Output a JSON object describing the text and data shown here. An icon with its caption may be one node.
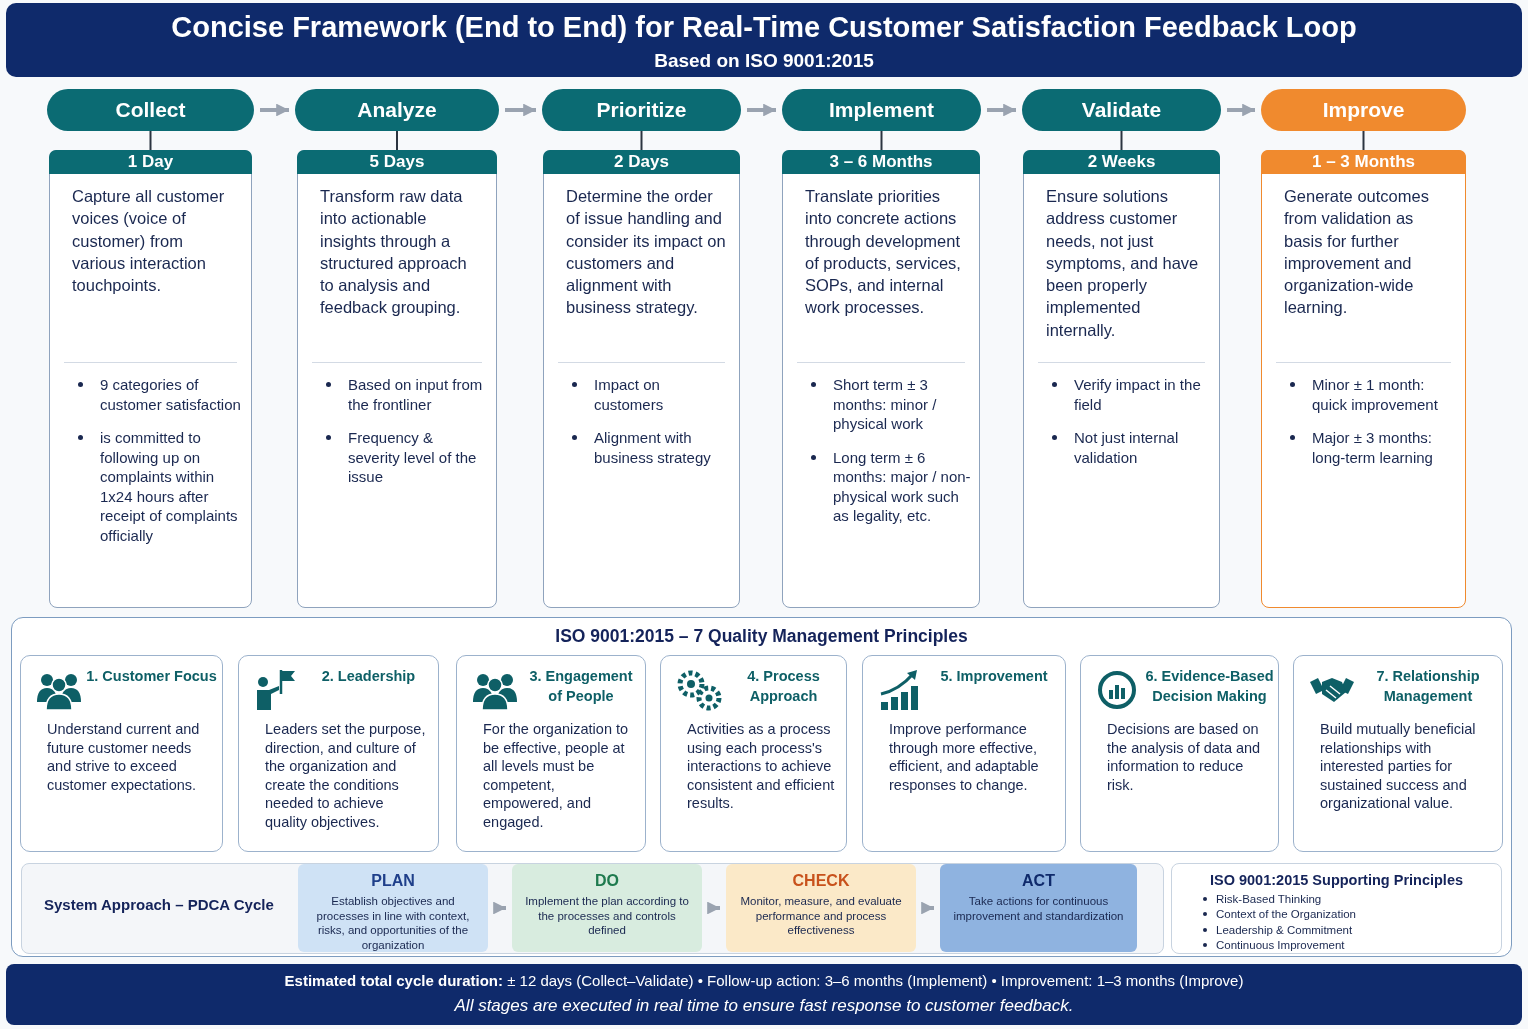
{
  "diagram": {
    "title": "Concise Framework (End to End) for Real-Time Customer Satisfaction Feedback Loop",
    "caption": "All stages are executed in real time to ensure fast response to customer feedback.",
    "nodes": [
      {
        "text": [
          "Collect"
        ]
      },
      {
        "text": [
          "Analyze"
        ]
      },
      {
        "text": [
          "Prioritize"
        ]
      },
      {
        "text": [
          "Implement"
        ]
      },
      {
        "text": [
          "Validate"
        ]
      },
      {
        "text": [
          "Improve"
        ]
      },
      {
        "text": [
          "1 Day",
          "Capture all customer voices (voice of customer) from various interaction touchpoints.",
          "9 categories of customer satisfaction",
          "is committed to following up on complaints within 1x24 hours after receipt of complaints officially"
        ]
      },
      {
        "text": [
          "5 Days",
          "Transform raw data into actionable insights through a structured approach to analysis and feedback grouping.",
          "Based on input from the frontliner",
          "Frequency & severity level of the issue"
        ]
      },
      {
        "text": [
          "2 Days",
          "Determine the order of issue handling and consider its impact on customers and alignment with business strategy.",
          "Impact on customers",
          "Alignment with business strategy"
        ]
      },
      {
        "text": [
          "3 – 6 Months",
          "Translate priorities into concrete actions through development of products, services, SOPs, and internal work processes.",
          "Short term ± 3 months: minor / physical work",
          "Long term ± 6 months: major / non-physical work such as legality, etc."
        ]
      },
      {
        "text": [
          "2 Weeks",
          "Ensure solutions address customer needs, not just symptoms, and have been properly implemented internally.",
          "Verify impact in the field",
          "Not just internal validation"
        ]
      },
      {
        "text": [
          "1 – 3 Months",
          "Generate outcomes from validation as basis for further improvement and organization-wide learning.",
          "Minor ± 1 month: quick improvement",
          "Major ± 3 months: long-term learning"
        ]
      },
      {
        "text": [
          "ISO 9001:2015 – 7 Quality Management Principles"
        ]
      },
      {
        "text": [
          "1. Customer Focus",
          "Understand current and future customer needs and strive to exceed customer expectations."
        ],
        "in": 12
      },
      {
        "text": [
          "2. Leadership",
          "Leaders set the purpose, direction, and culture of the organization and create the conditions needed to achieve quality objectives."
        ],
        "in": 12
      },
      {
        "text": [
          "3. Engagement of People",
          "For the organization to be effective, people at all levels must be competent, empowered, and engaged."
        ],
        "in": 12
      },
      {
        "text": [
          "4. Process Approach",
          "Activities as a process using each process's interactions to achieve consistent and efficient results."
        ],
        "in": 12
      },
      {
        "text": [
          "5. Improvement",
          "Improve performance through more effective, efficient, and adaptable responses to change."
        ],
        "in": 12
      },
      {
        "text": [
          "6. Evidence-Based Decision Making",
          "Decisions are based on the analysis of data and information to reduce risk."
        ],
        "in": 12
      },
      {
        "text": [
          "7. Relationship Management",
          "Build mutually beneficial relationships with interested parties for sustained success and organizational value."
        ],
        "in": 12
      },
      {
        "text": [
          "System Approach – PDCA Cycle"
        ],
        "in": 12
      },
      {
        "text": [
          "PLAN",
          "Establish objectives and processes in line with context, risks, and opportunities of the organization"
        ],
        "in": 20
      },
      {
        "text": [
          "DO",
          "Implement the plan according to the processes and controls defined"
        ],
        "in": 20
      },
      {
        "text": [
          "CHECK",
          "Monitor, measure, and evaluate performance and process effectiveness"
        ],
        "in": 20
      },
      {
        "text": [
          "ACT",
          "Take actions for continuous improvement and standardization"
        ],
        "in": 20
      },
      {
        "text": [
          "ISO 9001:2015 Supporting Principles",
          "Risk-Based Thinking",
          "Context of the Organization",
          "Leadership & Commitment",
          "Continuous Improvement"
        ],
        "in": 12
      }
    ],
    "edges": [
      {
        "from": 0,
        "to": 1,
        "arrow": "to"
      },
      {
        "from": 1,
        "to": 2,
        "arrow": "to"
      },
      {
        "from": 2,
        "to": 3,
        "arrow": "to"
      },
      {
        "from": 3,
        "to": 4,
        "arrow": "to"
      },
      {
        "from": 4,
        "to": 5,
        "arrow": "to"
      },
      {
        "from": 0,
        "to": 6,
        "arrow": "none",
        "color": "#2b3440"
      },
      {
        "from": 1,
        "to": 7,
        "arrow": "none",
        "color": "#2b3440"
      },
      {
        "from": 2,
        "to": 8,
        "arrow": "none",
        "color": "#2b3440"
      },
      {
        "from": 3,
        "to": 9,
        "arrow": "none",
        "color": "#2b3440"
      },
      {
        "from": 4,
        "to": 10,
        "arrow": "none",
        "color": "#2b3440"
      },
      {
        "from": 5,
        "to": 11,
        "arrow": "none",
        "color": "#2b3440"
      },
      {
        "from": 21,
        "to": 22,
        "arrow": "to"
      },
      {
        "from": 22,
        "to": 23,
        "arrow": "to"
      },
      {
        "from": 23,
        "to": 24,
        "arrow": "to"
      }
    ],
    "labels": [
      "Based on ISO 9001:2015",
      "**Estimated total cycle duration:** ± 12 days (Collect–Validate) • Follow-up action: 3–6 months (Implement) • Improvement: 1–3 months (Improve)"
    ]
  }
}
